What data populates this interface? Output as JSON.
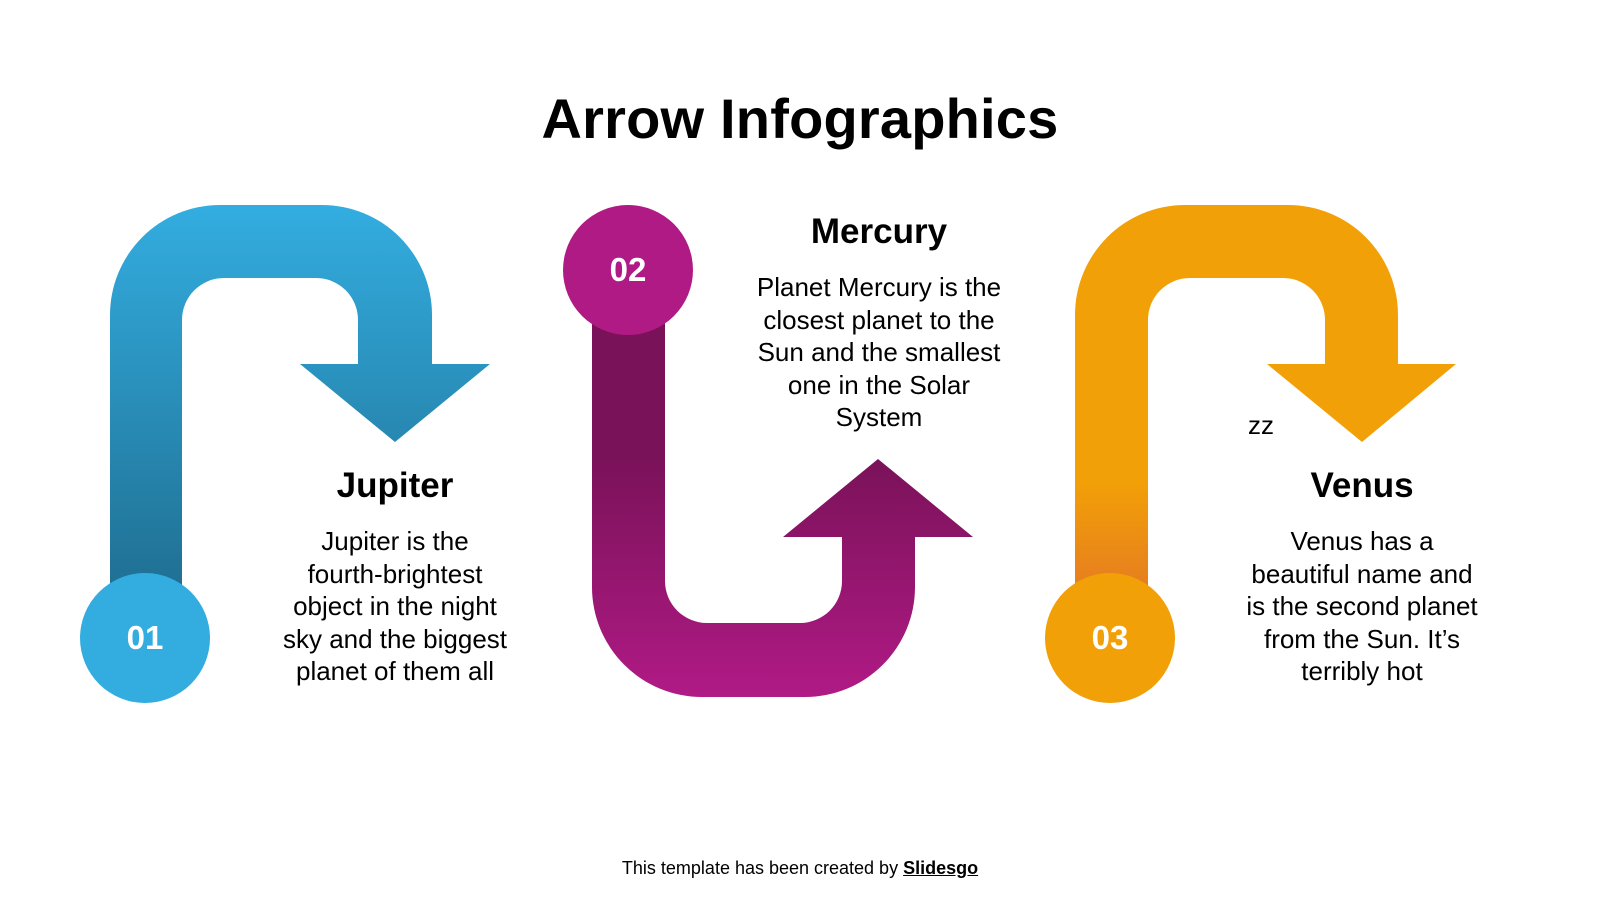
{
  "slide": {
    "title": "Arrow Infographics",
    "colors": {
      "blue": "#33ADE0",
      "blue_dark": "#1F6E91",
      "magenta": "#B01A85",
      "magenta_dark": "#7A1259",
      "orange": "#F2A007",
      "orange_dark": "#E57A22",
      "text": "#000000",
      "background": "#FFFFFF"
    },
    "steps": [
      {
        "number": "01",
        "heading": "Jupiter",
        "lines": [
          "Jupiter is the",
          "fourth-brightest",
          "object in the night",
          "sky and the biggest",
          "planet of them all"
        ],
        "arrow_direction": "down",
        "color": "blue"
      },
      {
        "number": "02",
        "heading": "Mercury",
        "lines": [
          "Planet Mercury is the",
          "closest planet to the",
          "Sun and the smallest",
          "one in the Solar",
          "System"
        ],
        "arrow_direction": "up",
        "color": "magenta"
      },
      {
        "number": "03",
        "heading": "Venus",
        "lines": [
          "Venus has a",
          "beautiful name and",
          "is the second planet",
          "from the Sun. It’s",
          "terribly hot"
        ],
        "arrow_direction": "down",
        "color": "orange"
      }
    ],
    "stray_text": "zz",
    "footer": {
      "prefix": "This template has been created by ",
      "brand": "Slidesgo"
    }
  }
}
